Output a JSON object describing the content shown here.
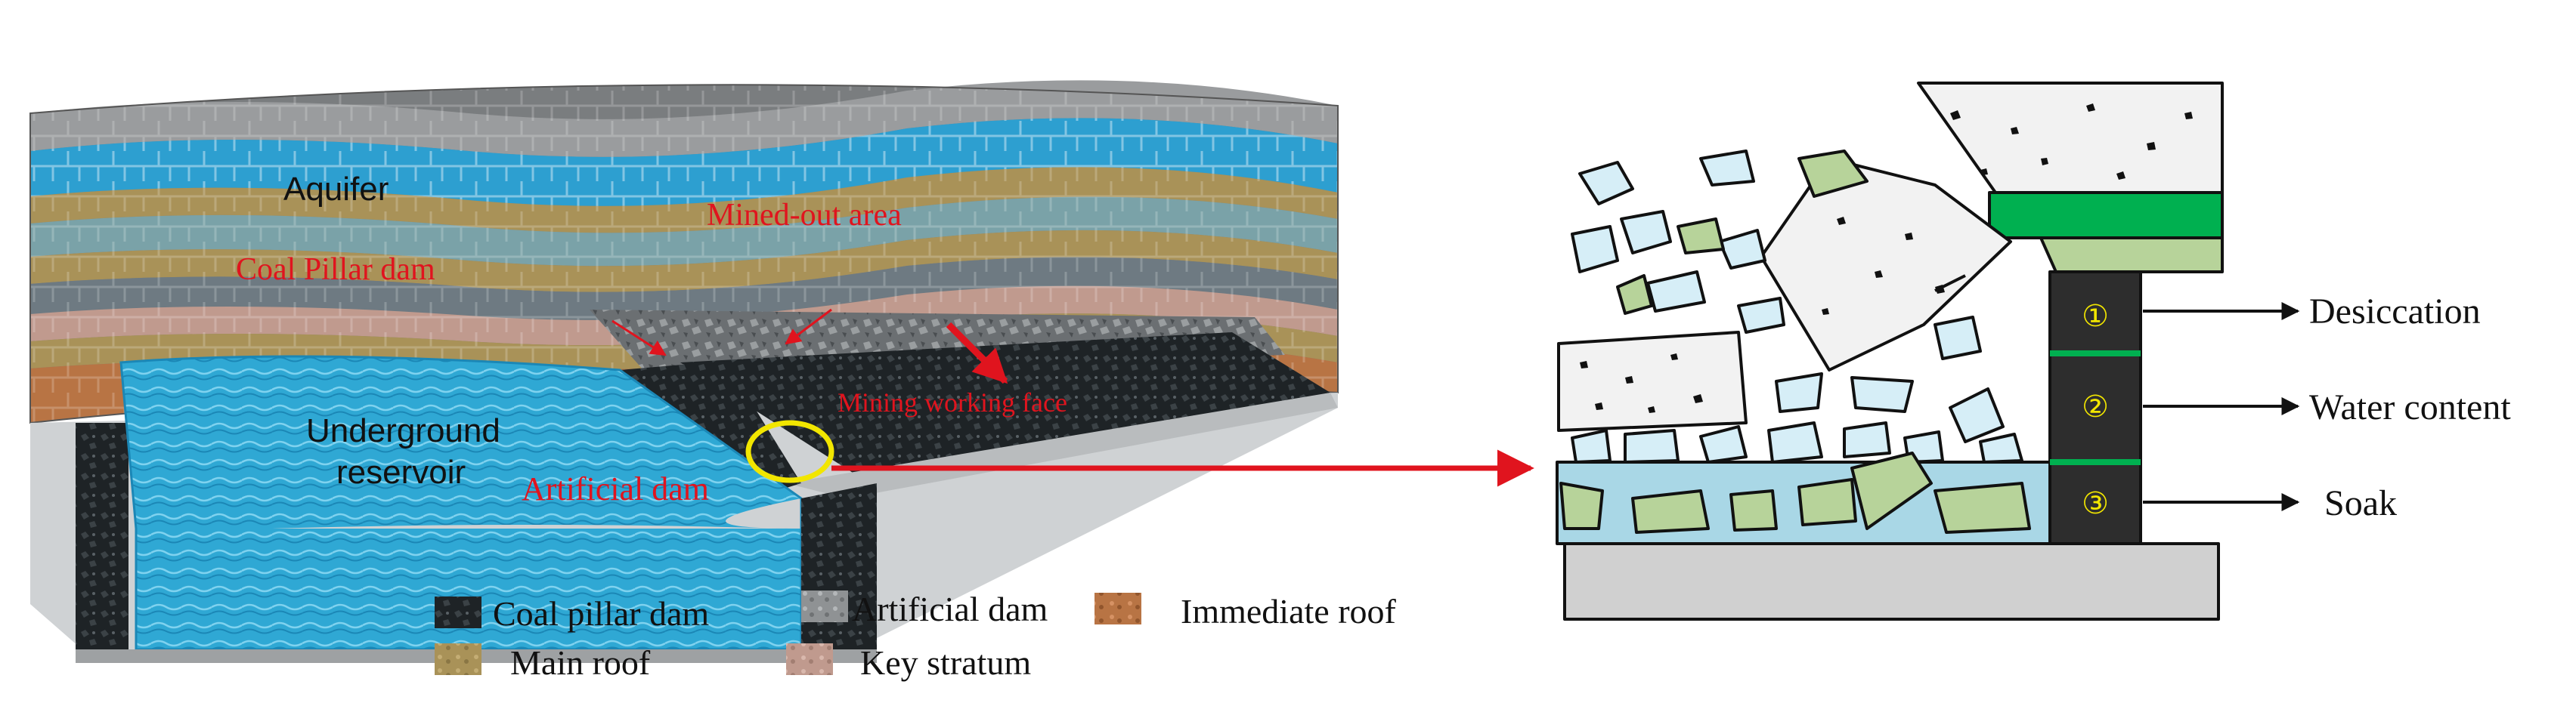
{
  "left_panel": {
    "labels": {
      "aquifer": "Aquifer",
      "mined_out_area": "Mined-out area",
      "coal_pillar_dam": "Coal Pillar dam",
      "mining_working_face": "Mining working face",
      "underground": "Underground",
      "reservoir": "reservoir",
      "artificial_dam": "Artificial dam"
    }
  },
  "legend": {
    "items": [
      {
        "label": "Coal pillar dam",
        "swatch": "coal-pillar-texture"
      },
      {
        "label": "Artificial dam",
        "swatch": "artificial-dam-texture"
      },
      {
        "label": "Immediate roof",
        "swatch": "immediate-roof-texture"
      },
      {
        "label": "Main roof",
        "swatch": "main-roof-texture"
      },
      {
        "label": "Key stratum",
        "swatch": "key-stratum-texture"
      }
    ]
  },
  "right_panel": {
    "zones": [
      {
        "marker": "①",
        "label": "Desiccation"
      },
      {
        "marker": "②",
        "label": "Water content"
      },
      {
        "marker": "③",
        "label": "Soak"
      }
    ]
  },
  "colors": {
    "label_red": "#e0141e",
    "water_blue": "#2fa8d4",
    "water_light": "#a9d7e6",
    "rock_green": "#b7d39a",
    "bright_green": "#00b050",
    "pillar_dark": "#2d2d2d",
    "marker_yellow": "#f2e600",
    "aquifer_blue": "#2d9fd0",
    "floor_gray": "#d0d0d0"
  }
}
